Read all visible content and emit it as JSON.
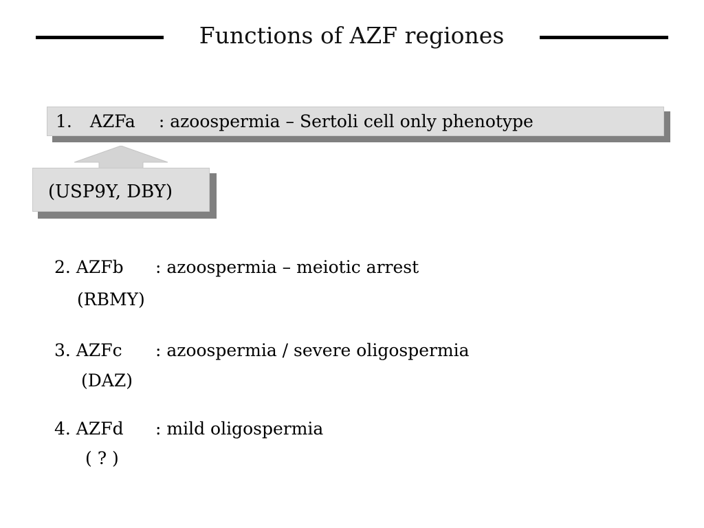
{
  "slide": {
    "title": "Functions of AZF regiones"
  },
  "azfa": {
    "number": "1.",
    "name": "AZFa",
    "description": ": azoospermia – Sertoli cell only phenotype",
    "genes": "(USP9Y, DBY)"
  },
  "items": [
    {
      "name": "2. AZFb",
      "description": ": azoospermia – meiotic arrest",
      "genes": "(RBMY)"
    },
    {
      "name": "3. AZFc",
      "description": ": azoospermia / severe oligospermia",
      "genes": "(DAZ)"
    },
    {
      "name": "4. AZFd",
      "description": ": mild oligospermia",
      "genes": "( ? )"
    }
  ],
  "colors": {
    "box_fill": "#dedede",
    "box_shadow": "#808080",
    "arrow_fill": "#d4d4d4",
    "rule": "#000000"
  }
}
